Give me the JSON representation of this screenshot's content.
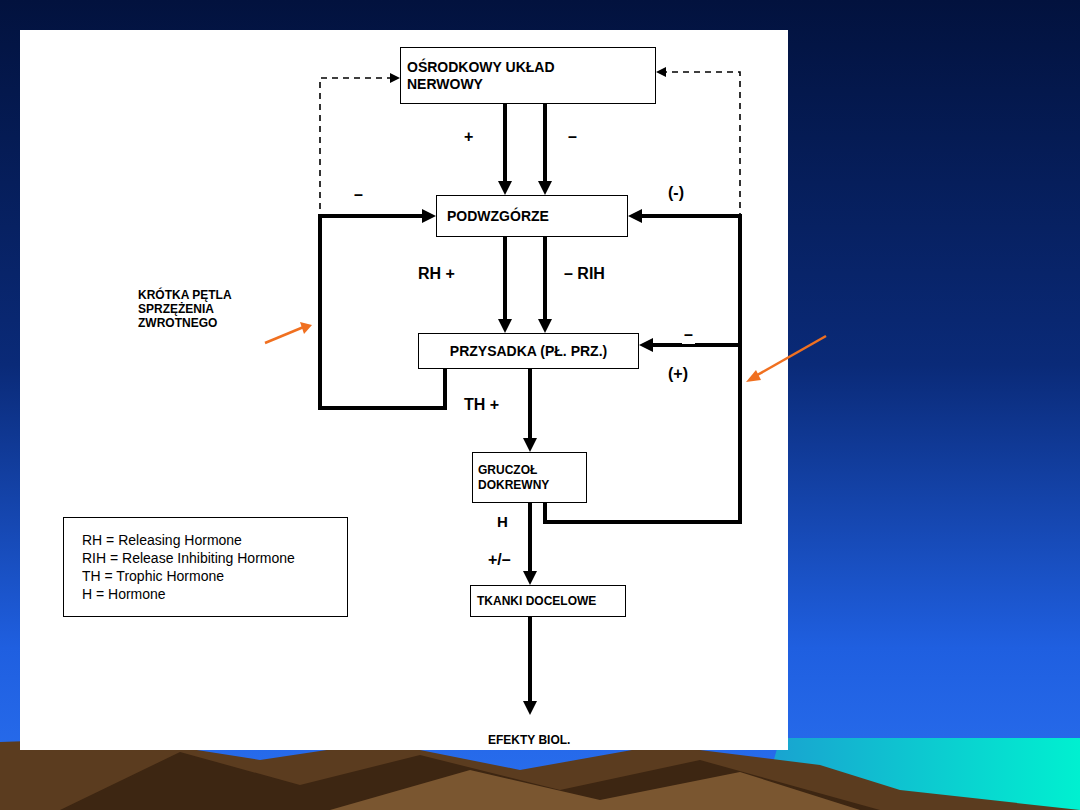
{
  "diagram": {
    "nodes": [
      {
        "text": [
          "OŚRODKOWY UKŁAD NERWOWY"
        ]
      },
      {
        "text": [
          "PODWZGÓRZE"
        ]
      },
      {
        "text": [
          "PRZYSADKA (PŁ. PRZ.)"
        ]
      },
      {
        "text": [
          "GRUCZOŁ DOKREWNY"
        ]
      },
      {
        "text": [
          "TKANKI DOCELOWE"
        ]
      },
      {
        "text": [
          "RH = Releasing Hormone",
          "RIH = Release Inhibiting Hormone",
          "TH = Trophic Hormone",
          "H = Hormone"
        ]
      }
    ],
    "edges": [
      {
        "from": 0,
        "to": 1,
        "label": "+",
        "arrow": "to"
      },
      {
        "from": 0,
        "to": 1,
        "label": "–",
        "arrow": "to"
      },
      {
        "from": 1,
        "to": 2,
        "label": "RH +",
        "arrow": "to"
      },
      {
        "from": 1,
        "to": 2,
        "label": "– RIH",
        "arrow": "to"
      },
      {
        "from": 2,
        "to": 3,
        "label": "TH +",
        "arrow": "to"
      },
      {
        "from": 2,
        "to": 1,
        "label": "–",
        "arrow": "to"
      },
      {
        "from": 2,
        "to": 0,
        "arrow": "to"
      },
      {
        "from": 3,
        "to": 4,
        "label": "+/–",
        "arrow": "to"
      },
      {
        "from": 3,
        "to": 1,
        "label": "(-)",
        "arrow": "to"
      },
      {
        "from": 3,
        "to": 2,
        "label": "–",
        "arrow": "to"
      },
      {
        "from": 3,
        "to": 0,
        "arrow": "to"
      }
    ],
    "labels": [
      "KRÓTKA PĘTLA SPRZĘŻENIA ZWROTNEGO",
      "H",
      "(+)",
      "EFEKTY BIOL."
    ]
  }
}
